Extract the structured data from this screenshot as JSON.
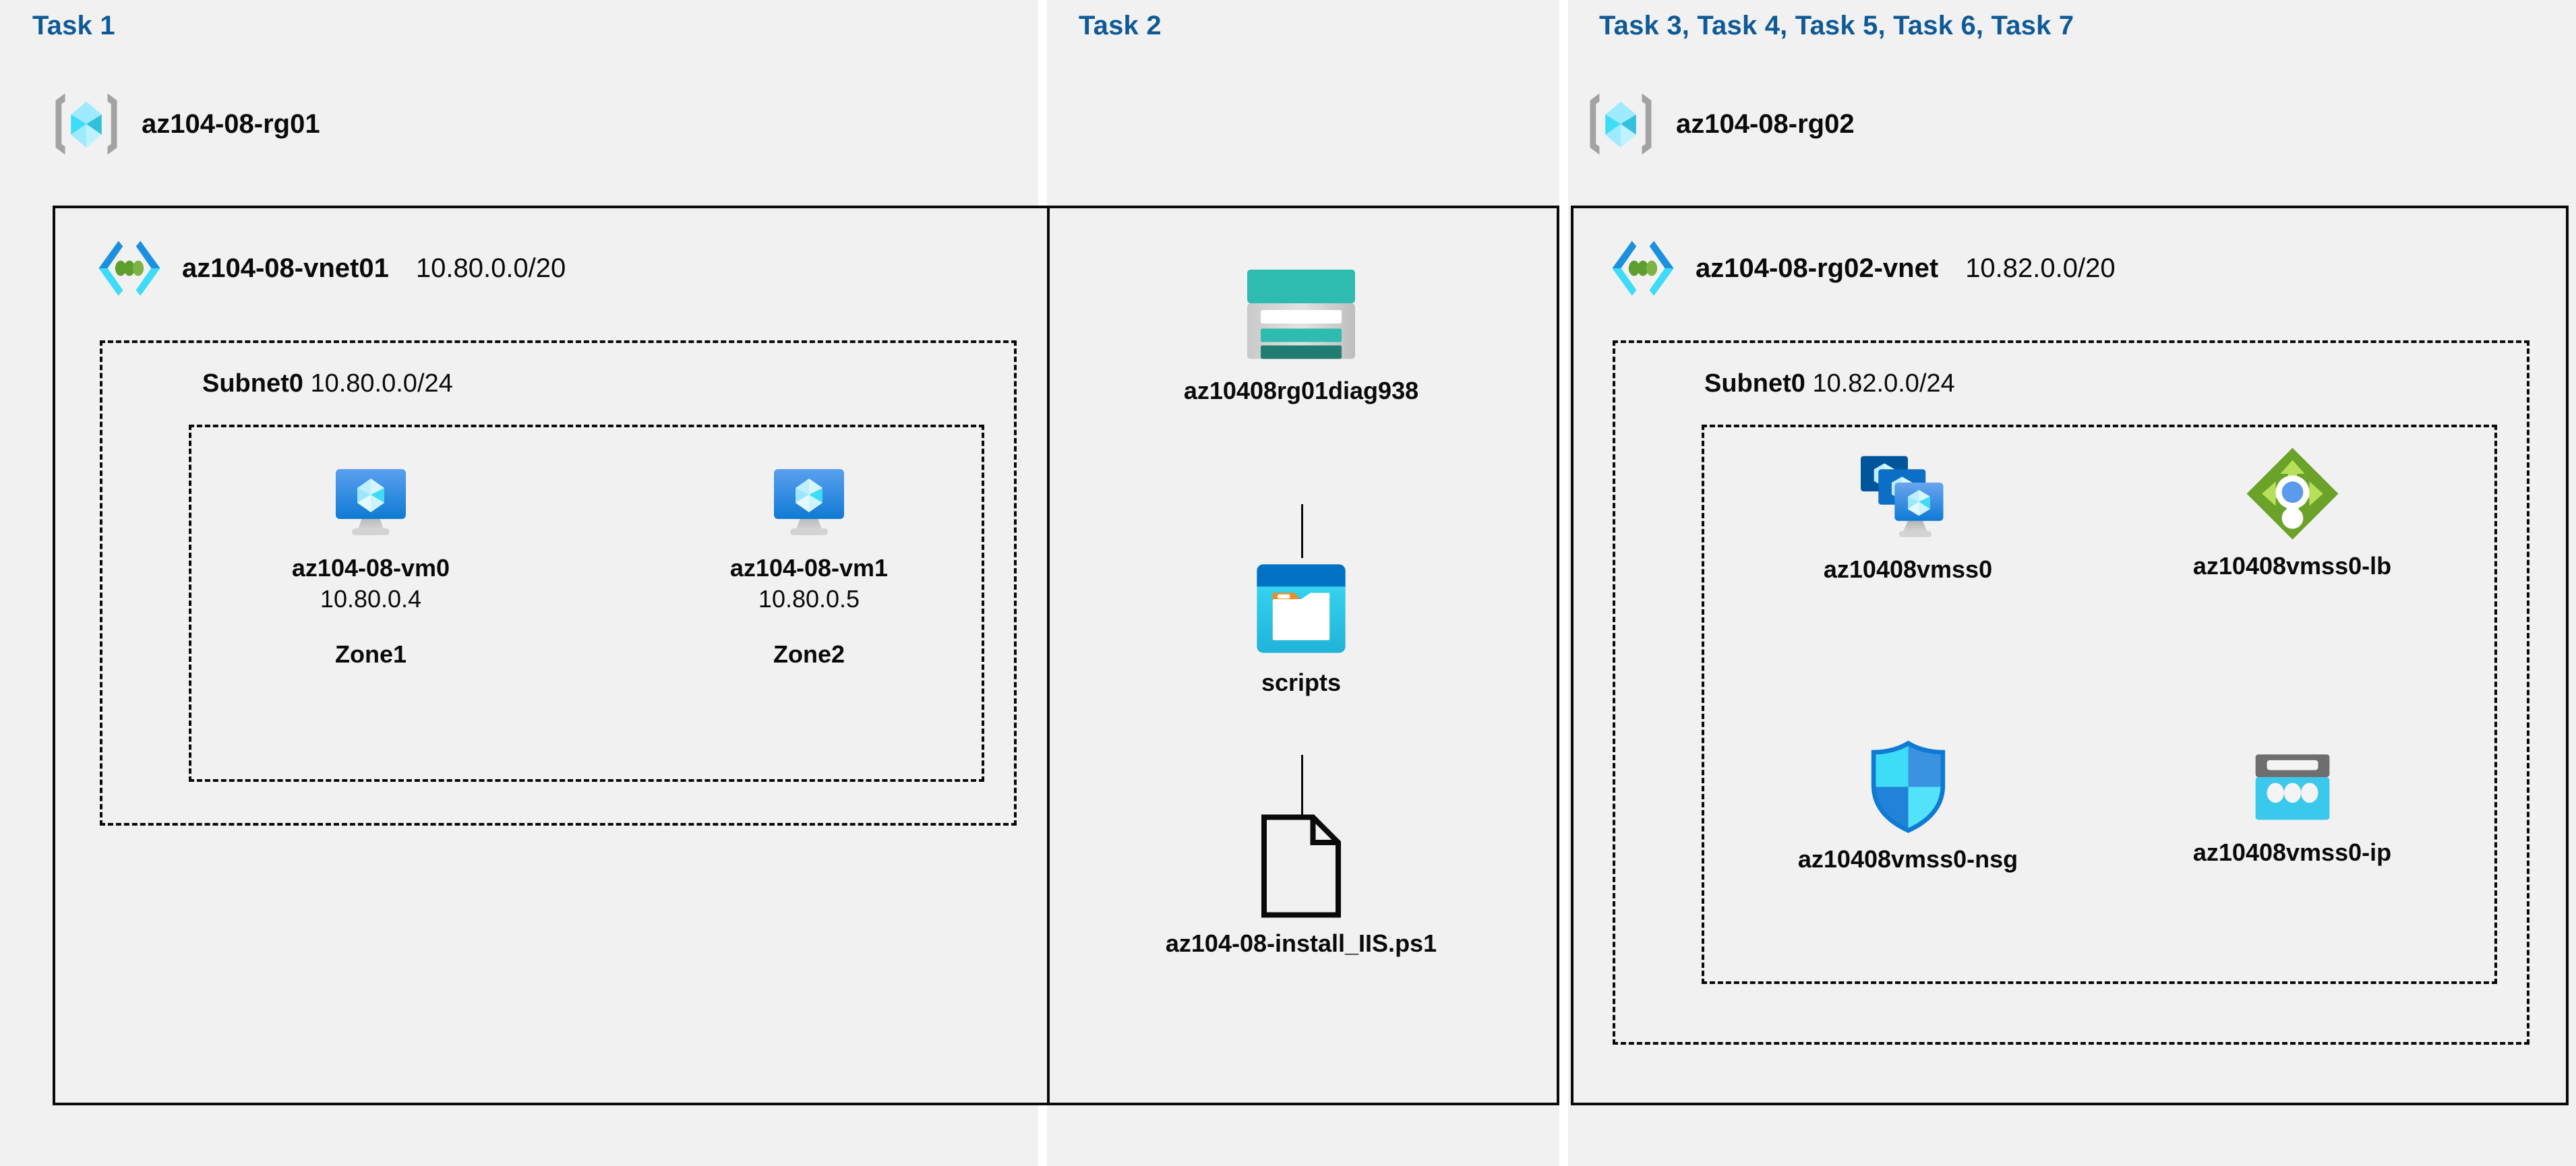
{
  "diagram": {
    "title_color": "#0f5a96",
    "panel_bg": "#f1f1f1",
    "columns": [
      {
        "task_label": "Task 1"
      },
      {
        "task_label": "Task 2"
      },
      {
        "task_label": "Task 3, Task 4, Task 5, Task 6, Task 7"
      }
    ]
  },
  "left": {
    "task_label": "Task 1",
    "resource_group": {
      "name": "az104-08-rg01",
      "icon": "resource-group-icon"
    },
    "vnet": {
      "name": "az104-08-vnet01",
      "cidr": "10.80.0.0/20",
      "icon": "virtual-network-icon"
    },
    "subnet": {
      "name": "Subnet0",
      "cidr": "10.80.0.0/24"
    },
    "vms": [
      {
        "name": "az104-08-vm0",
        "ip": "10.80.0.4",
        "zone": "Zone1",
        "icon": "virtual-machine-icon"
      },
      {
        "name": "az104-08-vm1",
        "ip": "10.80.0.5",
        "zone": "Zone2",
        "icon": "virtual-machine-icon"
      }
    ]
  },
  "middle": {
    "task_label": "Task 2",
    "items": [
      {
        "name": "az10408rg01diag938",
        "icon": "storage-account-icon"
      },
      {
        "name": "scripts",
        "icon": "blob-container-icon"
      },
      {
        "name": "az104-08-install_IIS.ps1",
        "icon": "file-icon"
      }
    ]
  },
  "right": {
    "task_label": "Task 3, Task 4, Task 5, Task 6, Task 7",
    "resource_group": {
      "name": "az104-08-rg02",
      "icon": "resource-group-icon"
    },
    "vnet": {
      "name": "az104-08-rg02-vnet",
      "cidr": "10.82.0.0/20",
      "icon": "virtual-network-icon"
    },
    "subnet": {
      "name": "Subnet0",
      "cidr": "10.82.0.0/24"
    },
    "resources": [
      {
        "name": "az10408vmss0",
        "icon": "vm-scale-set-icon"
      },
      {
        "name": "az10408vmss0-lb",
        "icon": "load-balancer-icon"
      },
      {
        "name": "az10408vmss0-nsg",
        "icon": "network-security-group-icon"
      },
      {
        "name": "az10408vmss0-ip",
        "icon": "public-ip-address-icon"
      }
    ]
  },
  "colors": {
    "title_blue": "#0f5a96",
    "azure_blue": "#0078d4",
    "cyan": "#32c8f0",
    "teal": "#2fbcb0",
    "green": "#6aa22a",
    "gray": "#9e9e9e"
  }
}
